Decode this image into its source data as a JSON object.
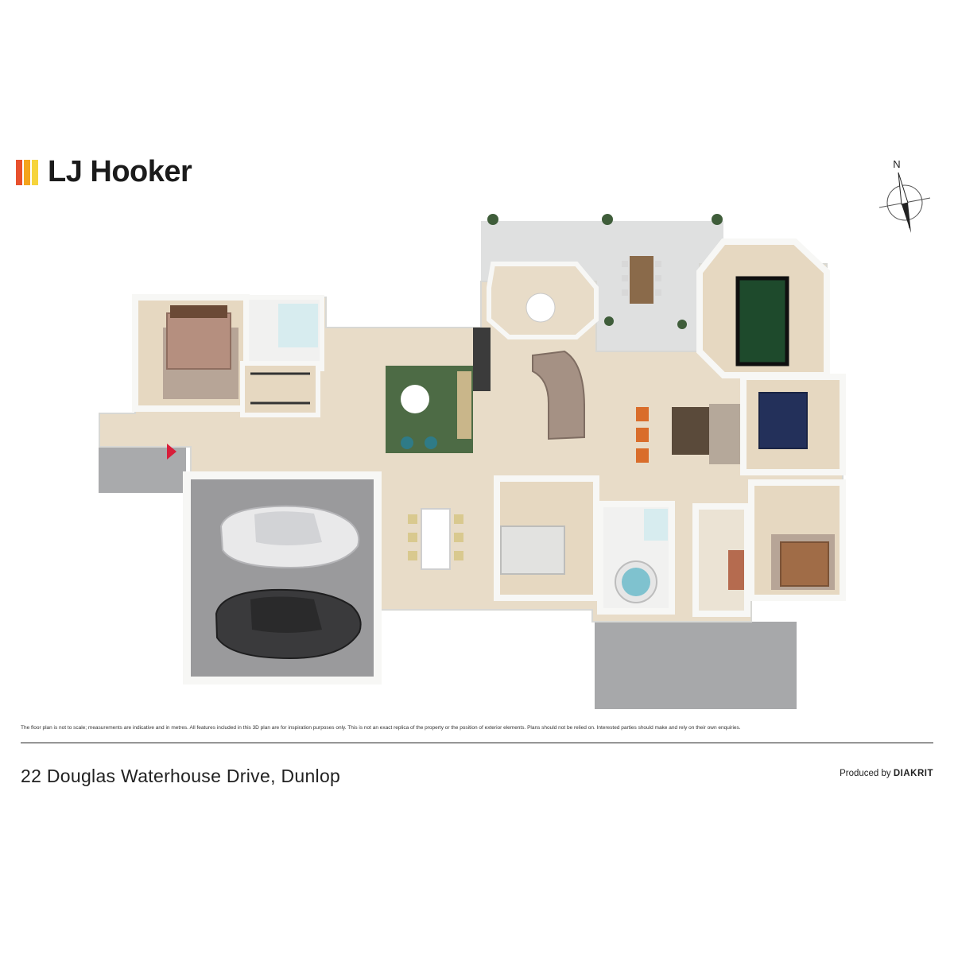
{
  "brand": {
    "name": "LJ Hooker",
    "bar_colors": [
      "#e8502d",
      "#f4a41c",
      "#f6d43c"
    ]
  },
  "compass": {
    "north_label": "N"
  },
  "colors": {
    "floor": "#e8dcc8",
    "wall": "#f7f7f5",
    "wall_shadow": "#d8d8d4",
    "garage_floor": "#9a9a9c",
    "patio": "#dfe0e0",
    "driveway": "#a7a8aa",
    "pool_table": "#1e4a2c",
    "rug_green": "#4d6b45",
    "bed_navy": "#23305a",
    "entry_marker": "#d81e3a"
  },
  "footer": {
    "disclaimer": "The floor plan is not to scale; measurements are indicative and in metres. All features included in this 3D plan are for inspiration purposes only. This is not an exact replica of the property or the position of exterior elements. Plans should not be relied on. Interested parties should make and rely on their own enquiries.",
    "address": "22 Douglas Waterhouse Drive, Dunlop",
    "produced_prefix": "Produced by",
    "produced_brand": "DIAKRIT"
  }
}
